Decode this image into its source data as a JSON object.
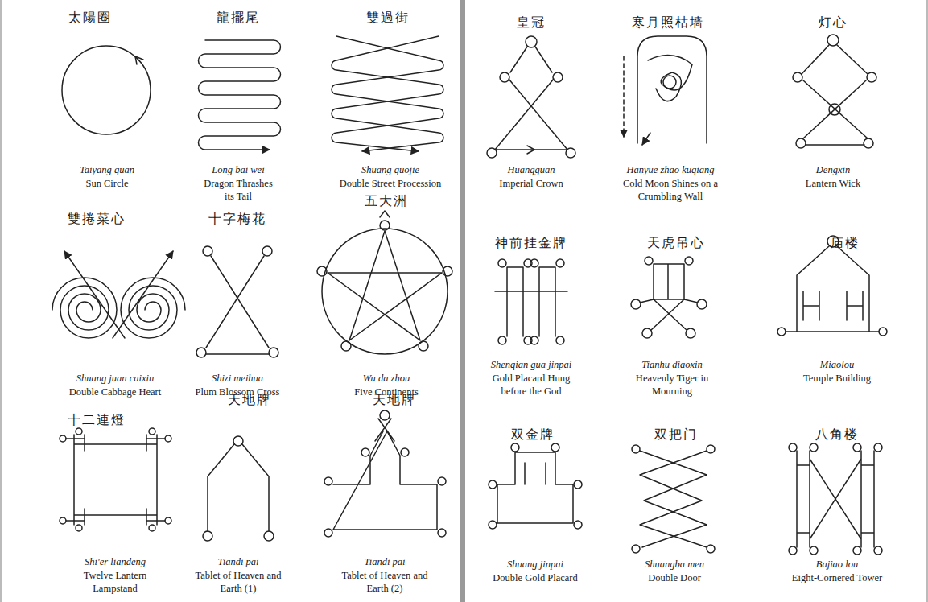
{
  "diagram": {
    "labels": [
      "太陽圈",
      "Taiyang quan",
      "Sun Circle",
      "龍擺尾",
      "Long bai wei",
      "Dragon Thrashes its Tail",
      "雙過街",
      "Shuang quojie",
      "Double Street Procession",
      "雙捲菜心",
      "Shuang juan caixin",
      "Double Cabbage Heart",
      "十字梅花",
      "Shizi meihua",
      "Plum Blossom Cross",
      "五大洲",
      "Wu da zhou",
      "Five Continents",
      "十二連燈",
      "Shi'er liandeng",
      "Twelve Lantern Lampstand",
      "天地牌",
      "Tiandi pai",
      "Tablet of Heaven and Earth (1)",
      "天地牌",
      "Tiandi pai",
      "Tablet of Heaven and Earth (2)",
      "皇冠",
      "Huangguan",
      "Imperial Crown",
      "寒月照枯墙",
      "Hanyue zhao kuqiang",
      "Cold Moon Shines on a Crumbling Wall",
      "灯心",
      "Dengxin",
      "Lantern Wick",
      "神前挂金牌",
      "Shenqian gua jinpai",
      "Gold Placard Hung before the God",
      "天虎吊心",
      "Tianhu diaoxin",
      "Heavenly Tiger in Mourning",
      "庙楼",
      "Miaolou",
      "Temple Building",
      "双金牌",
      "Shuang jinpai",
      "Double Gold Placard",
      "双把门",
      "Shuangba men",
      "Double Door",
      "八角楼",
      "Bajiao lou",
      "Eight-Cornered Tower"
    ]
  }
}
